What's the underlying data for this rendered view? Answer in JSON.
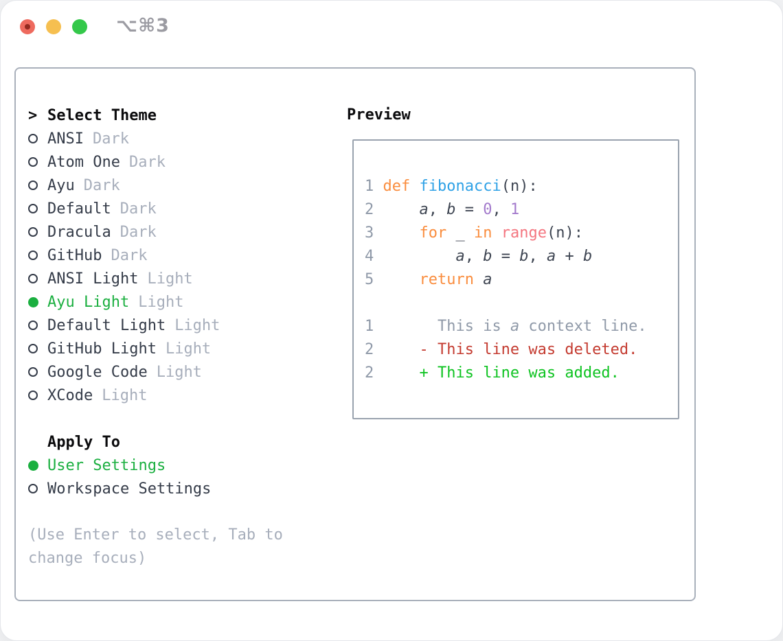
{
  "window": {
    "title": "⌥⌘3"
  },
  "traffic_lights": [
    {
      "name": "close"
    },
    {
      "name": "minimize"
    },
    {
      "name": "zoom"
    }
  ],
  "theme_panel": {
    "header": {
      "prompt": ">",
      "label": "Select Theme"
    },
    "items": [
      {
        "name": "ANSI",
        "variant": "Dark",
        "selected": false
      },
      {
        "name": "Atom One",
        "variant": "Dark",
        "selected": false
      },
      {
        "name": "Ayu",
        "variant": "Dark",
        "selected": false
      },
      {
        "name": "Default",
        "variant": "Dark",
        "selected": false
      },
      {
        "name": "Dracula",
        "variant": "Dark",
        "selected": false
      },
      {
        "name": "GitHub",
        "variant": "Dark",
        "selected": false
      },
      {
        "name": "ANSI Light",
        "variant": "Light",
        "selected": false
      },
      {
        "name": "Ayu Light",
        "variant": "Light",
        "selected": true
      },
      {
        "name": "Default Light",
        "variant": "Light",
        "selected": false
      },
      {
        "name": "GitHub Light",
        "variant": "Light",
        "selected": false
      },
      {
        "name": "Google Code",
        "variant": "Light",
        "selected": false
      },
      {
        "name": "XCode",
        "variant": "Light",
        "selected": false
      }
    ],
    "apply_to": {
      "label": "Apply To",
      "options": [
        {
          "label": "User Settings",
          "selected": true
        },
        {
          "label": "Workspace Settings",
          "selected": false
        }
      ]
    },
    "hint": "(Use Enter to select, Tab to change focus)"
  },
  "preview": {
    "label": "Preview",
    "code_lines": [
      {
        "num": "1",
        "segments": [
          {
            "t": "def",
            "c": "k"
          },
          {
            "t": " "
          },
          {
            "t": "fibonacci",
            "c": "f"
          },
          {
            "t": "(n):"
          }
        ]
      },
      {
        "num": "2",
        "segments": [
          {
            "t": "    "
          },
          {
            "t": "a",
            "i": true
          },
          {
            "t": ", "
          },
          {
            "t": "b",
            "i": true
          },
          {
            "t": " = "
          },
          {
            "t": "0",
            "c": "n"
          },
          {
            "t": ", "
          },
          {
            "t": "1",
            "c": "n"
          }
        ]
      },
      {
        "num": "3",
        "segments": [
          {
            "t": "    "
          },
          {
            "t": "for",
            "c": "k"
          },
          {
            "t": " _ "
          },
          {
            "t": "in",
            "c": "k"
          },
          {
            "t": " "
          },
          {
            "t": "range",
            "c": "c"
          },
          {
            "t": "(n):"
          }
        ]
      },
      {
        "num": "4",
        "segments": [
          {
            "t": "        "
          },
          {
            "t": "a",
            "i": true
          },
          {
            "t": ", "
          },
          {
            "t": "b",
            "i": true
          },
          {
            "t": " = "
          },
          {
            "t": "b",
            "i": true
          },
          {
            "t": ", "
          },
          {
            "t": "a",
            "i": true
          },
          {
            "t": " + "
          },
          {
            "t": "b",
            "i": true
          }
        ]
      },
      {
        "num": "5",
        "segments": [
          {
            "t": "    "
          },
          {
            "t": "return",
            "c": "k"
          },
          {
            "t": " "
          },
          {
            "t": "a",
            "i": true
          }
        ]
      },
      {
        "num": "",
        "segments": []
      },
      {
        "num": "1",
        "segments": [
          {
            "t": "      This is ",
            "c": "x"
          },
          {
            "t": "a",
            "c": "x",
            "i": true
          },
          {
            "t": " context line.",
            "c": "x"
          }
        ]
      },
      {
        "num": "2",
        "segments": [
          {
            "t": "    - This line was deleted.",
            "c": "d"
          }
        ]
      },
      {
        "num": "2",
        "segments": [
          {
            "t": "    + This line was added.",
            "c": "g"
          }
        ]
      }
    ]
  },
  "palette": {
    "keyword": "#FA8D3E",
    "function": "#2EA1E6",
    "number": "#A37ACC",
    "call": "#F4757F",
    "code": "#3E4552",
    "lineno": "#8F99A8",
    "context": "#8F99A8",
    "deleted": "#C43B30",
    "added": "#0EC321",
    "green": "#1BAF40",
    "text": "#343B48",
    "secondary": "#A7AEBB",
    "header": "#0B0B0D",
    "hint": "#A7AEBB",
    "border_main": "#A9B0BB",
    "border_preview": "#99A2AE",
    "title": "#9B9BA2",
    "red_light": "#EE6A5E",
    "yellow_light": "#F6BF50",
    "green_light": "#34C84A"
  }
}
